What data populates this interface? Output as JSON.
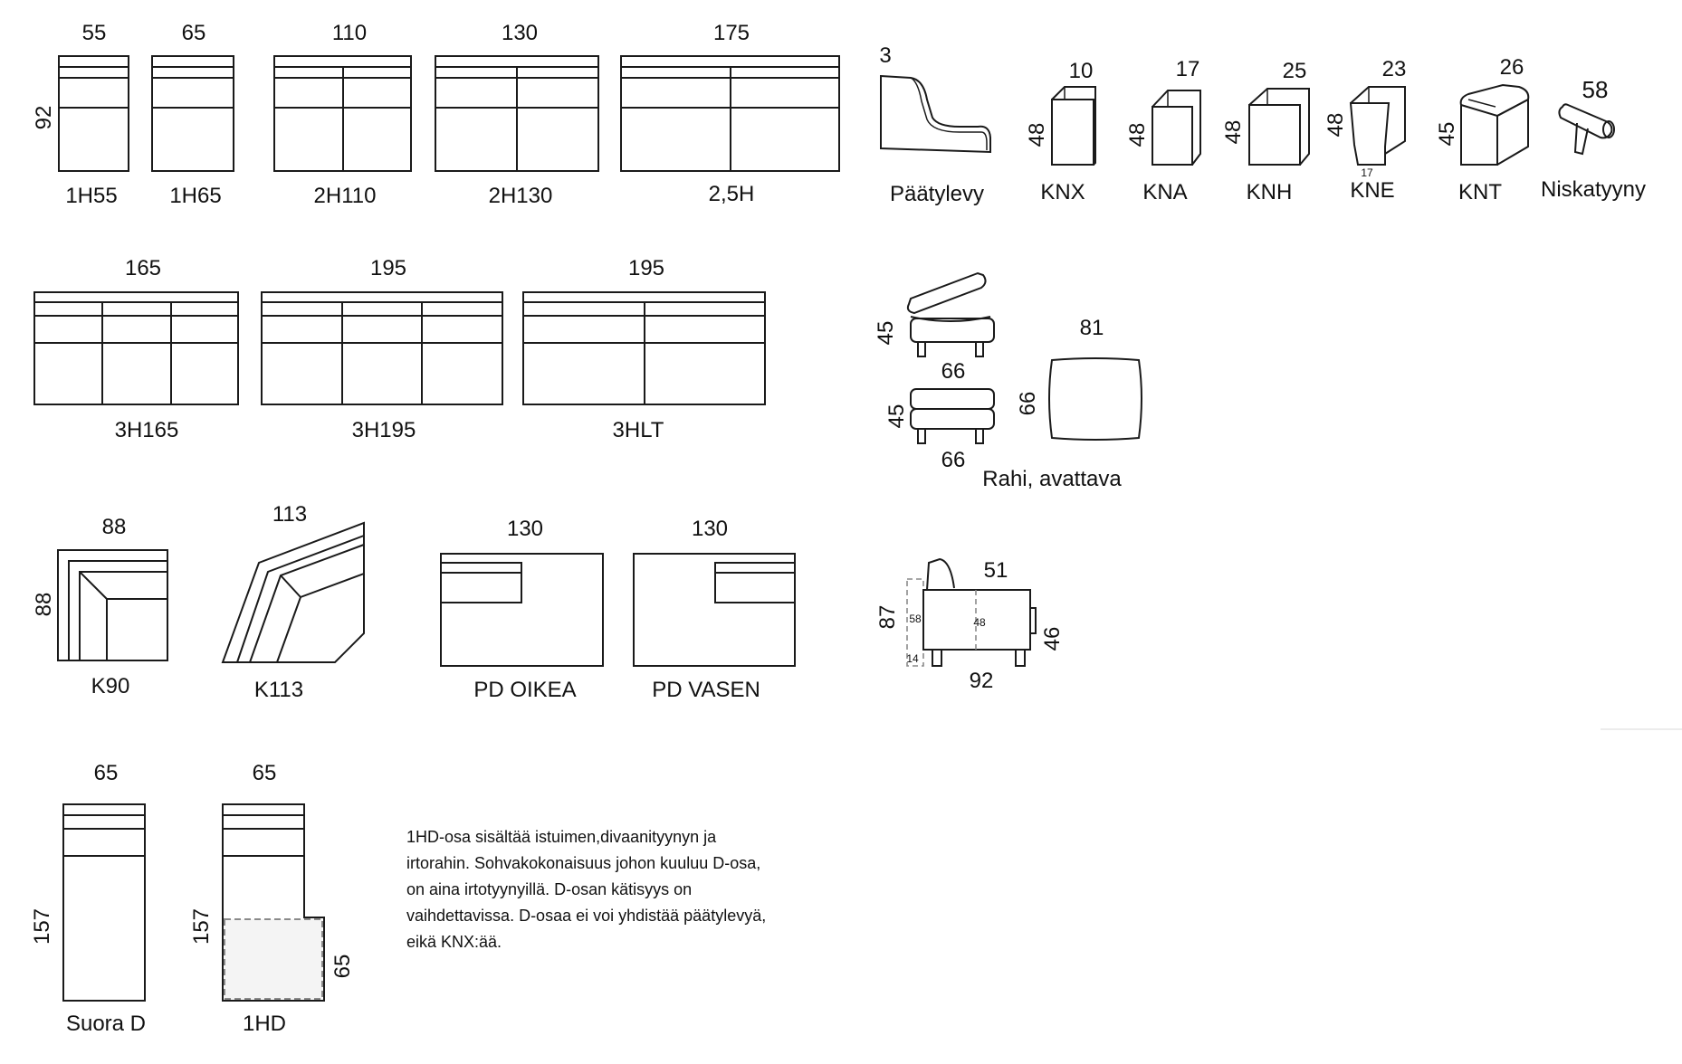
{
  "modules": {
    "h55": {
      "name": "1H55",
      "width": "55",
      "depth": "92"
    },
    "h65": {
      "name": "1H65",
      "width": "65"
    },
    "h110": {
      "name": "2H110",
      "width": "110"
    },
    "h130": {
      "name": "2H130",
      "width": "130"
    },
    "h175": {
      "name": "2,5H",
      "width": "175"
    },
    "h3_165": {
      "name": "3H165",
      "width": "165"
    },
    "h3_195": {
      "name": "3H195",
      "width": "195"
    },
    "h3lt": {
      "name": "3HLT",
      "width": "195"
    },
    "k90": {
      "name": "K90",
      "width": "88",
      "depth": "88"
    },
    "k113": {
      "name": "K113",
      "width": "113"
    },
    "pd_oikea": {
      "name": "PD OIKEA",
      "width": "130"
    },
    "pd_vasen": {
      "name": "PD VASEN",
      "width": "130"
    },
    "suora_d": {
      "name": "Suora D",
      "width": "65",
      "depth": "157"
    },
    "hd1": {
      "name": "1HD",
      "width": "65",
      "depth": "157",
      "ottoman_depth": "65"
    }
  },
  "armrests": {
    "paatylevy": {
      "name": "Päätylevy",
      "width": "3"
    },
    "knx": {
      "name": "KNX",
      "width": "10",
      "height": "48"
    },
    "kna": {
      "name": "KNA",
      "width": "17",
      "height": "48"
    },
    "knh": {
      "name": "KNH",
      "width": "25",
      "height": "48"
    },
    "kne": {
      "name": "KNE",
      "width": "23",
      "height": "48",
      "base": "17"
    },
    "knt": {
      "name": "KNT",
      "width": "26",
      "height": "45"
    },
    "niskatyyny": {
      "name": "Niskatyyny",
      "width": "58"
    }
  },
  "rahi": {
    "name": "Rahi, avattava",
    "open_height": "45",
    "open_width": "66",
    "closed_height": "45",
    "closed_width": "66",
    "top_width": "81",
    "top_depth": "66"
  },
  "side_view": {
    "depth": "92",
    "back_height": "87",
    "seat_height": "46",
    "top": "51",
    "inner_back": "58",
    "inner_seat": "48",
    "leg": "14"
  },
  "note": "1HD-osa sisältää istuimen,divaanityynyn ja\nirtorahin. Sohvakokonaisuus johon kuuluu D-osa,\non aina irtotyynyillä. D-osan kätisyys on\nvaihdettavissa. D-osaa ei voi yhdistää päätylevyä,\neikä KNX:ää."
}
